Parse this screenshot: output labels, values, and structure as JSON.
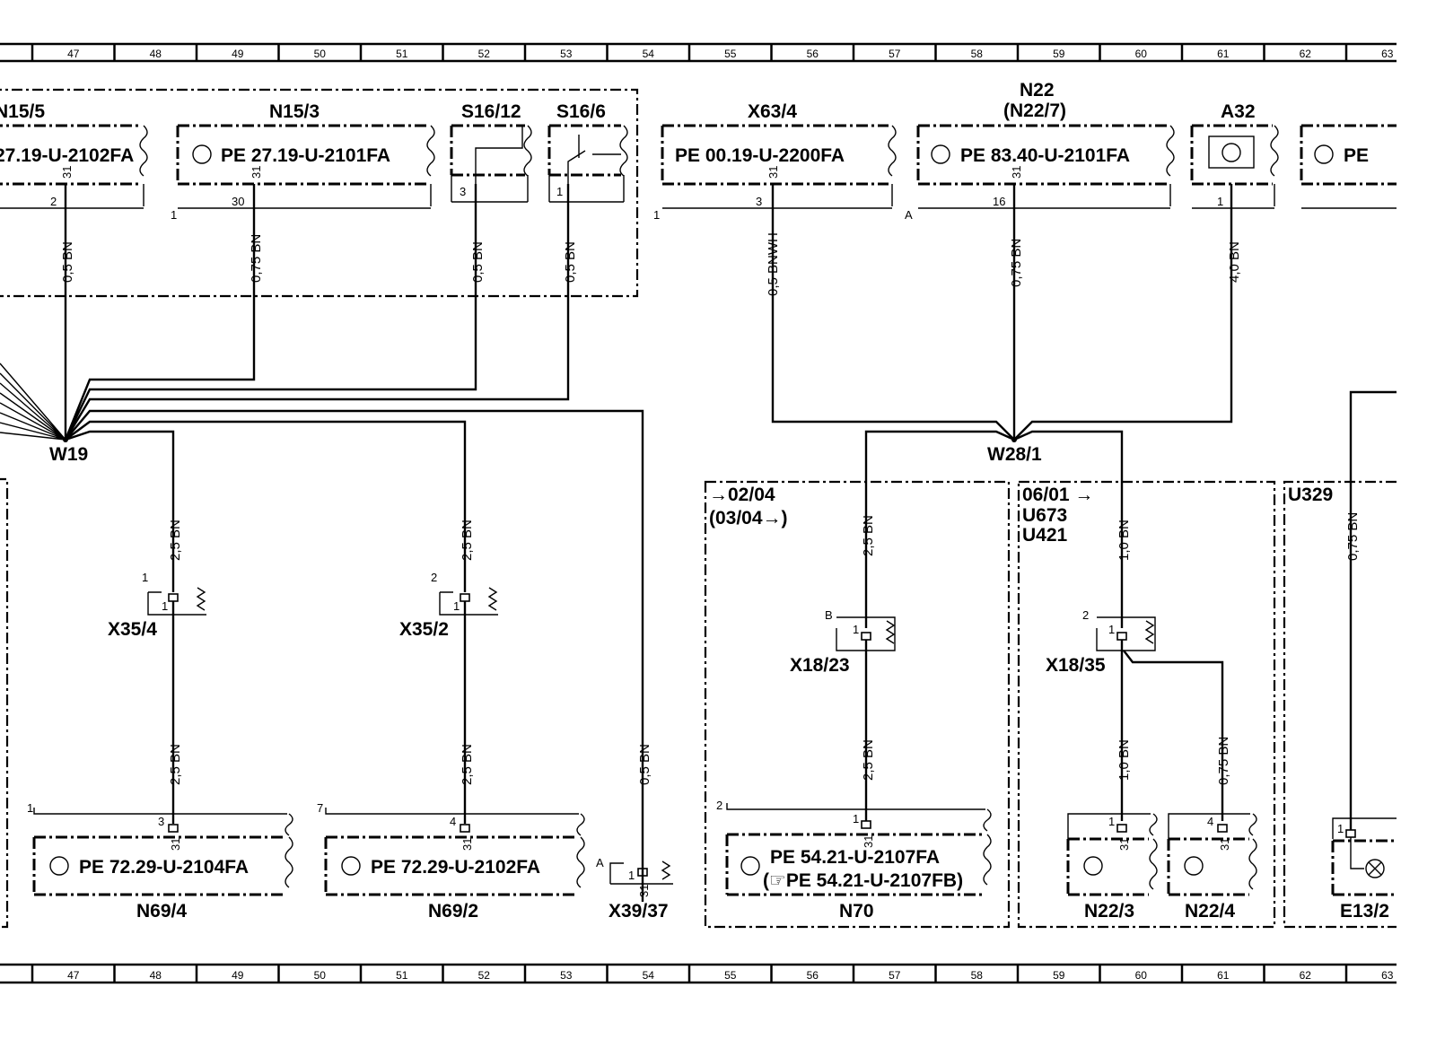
{
  "grid": {
    "columns": [
      "47",
      "48",
      "49",
      "50",
      "51",
      "52",
      "53",
      "54",
      "55",
      "56",
      "57",
      "58",
      "59",
      "60",
      "61",
      "62",
      "63"
    ]
  },
  "components": {
    "n15_5": {
      "name": "N15/5",
      "ref": "27.19-U-2102FA",
      "pin": "2",
      "pin31": "31"
    },
    "n15_3": {
      "name": "N15/3",
      "ref": "PE  27.19-U-2101FA",
      "pin": "30",
      "pin31": "31",
      "corner": "1"
    },
    "s16_12": {
      "name": "S16/12",
      "pin": "3"
    },
    "s16_6": {
      "name": "S16/6",
      "pin": "1"
    },
    "x63_4": {
      "name": "X63/4",
      "ref": "PE  00.19-U-2200FA",
      "pin": "3",
      "pin31": "31",
      "corner": "1"
    },
    "n22": {
      "name": "N22",
      "alt": "(N22/7)",
      "ref": "PE  83.40-U-2101FA",
      "pin": "16",
      "pin31": "31",
      "corner": "A"
    },
    "a32": {
      "name": "A32",
      "pin": "1"
    },
    "right_partial": {
      "ref": "PE"
    },
    "x35_4": {
      "name": "X35/4",
      "corner": "1",
      "pin": "1"
    },
    "x35_2": {
      "name": "X35/2",
      "corner": "2",
      "pin": "1"
    },
    "n69_4": {
      "name": "N69/4",
      "ref": "PE  72.29-U-2104FA",
      "pin": "3",
      "pin31": "31",
      "corner": "1"
    },
    "n69_2": {
      "name": "N69/2",
      "ref": "PE  72.29-U-2102FA",
      "pin": "4",
      "pin31": "31",
      "corner": "7"
    },
    "x39_37": {
      "name": "X39/37",
      "corner": "A",
      "pin": "1",
      "pin31": "31"
    },
    "x18_23": {
      "name": "X18/23",
      "corner": "B",
      "pin": "1"
    },
    "x18_35": {
      "name": "X18/35",
      "corner": "2",
      "pin": "1"
    },
    "n70": {
      "name": "N70",
      "ref1": "PE  54.21-U-2107FA",
      "ref2": "(☞PE  54.21-U-2107FB)",
      "pin": "1",
      "pin31": "31",
      "corner": "2"
    },
    "n22_3": {
      "name": "N22/3",
      "pin": "1",
      "pin31": "31"
    },
    "n22_4": {
      "name": "N22/4",
      "pin": "4",
      "pin31": "31"
    },
    "e13_2": {
      "name": "E13/2",
      "pin": "1"
    }
  },
  "wires": {
    "n15_5": "0,5 BN",
    "n15_3": "0,75 BN",
    "s16_12": "0,5 BN",
    "s16_6": "0,5 BN",
    "x63_4": "0,5 BNWH",
    "n22": "0,75 BN",
    "a32": "4,0 BN",
    "x35_4_top": "2,5 BN",
    "x35_4_bottom": "2,5 BN",
    "x35_2_top": "2,5 BN",
    "x35_2_bottom": "2,5 BN",
    "x39_37": "0,5 BN",
    "x18_23_top": "2,5 BN",
    "x18_23_bottom": "2,5 BN",
    "x18_35_top": "1,0 BN",
    "n22_3": "1,0 BN",
    "n22_4": "0,75 BN",
    "u329": "0,75 BN"
  },
  "splices": {
    "w19": "W19",
    "w28_1": "W28/1"
  },
  "variants": {
    "n70_a": "→02/04",
    "n70_b": "(03/04→)",
    "x18_35_a": "06/01 →",
    "x18_35_b": "U673",
    "x18_35_c": "U421",
    "e13_2": "U329"
  }
}
